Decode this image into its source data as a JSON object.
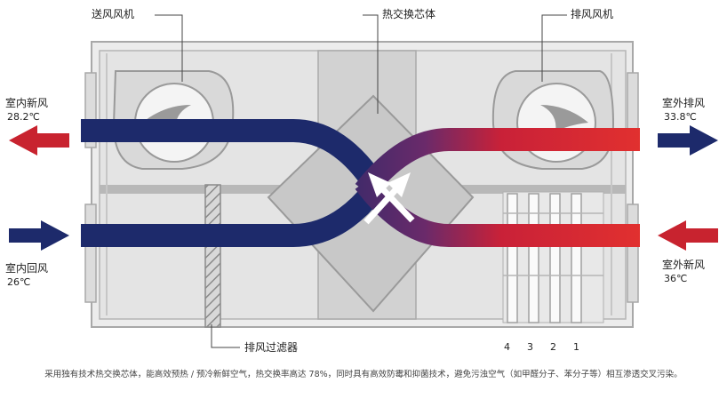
{
  "components": {
    "supply_fan": "送风风机",
    "heat_exchanger_core": "热交换芯体",
    "exhaust_fan": "排风风机",
    "exhaust_filter": "排风过滤器"
  },
  "air_streams": {
    "indoor_fresh": {
      "label": "室内新风",
      "temp": "28.2℃"
    },
    "indoor_return": {
      "label": "室内回风",
      "temp": "26℃"
    },
    "outdoor_exhaust": {
      "label": "室外排风",
      "temp": "33.8℃"
    },
    "outdoor_fresh": {
      "label": "室外新风",
      "temp": "36℃"
    }
  },
  "filter_numbers": [
    "4",
    "3",
    "2",
    "1"
  ],
  "caption": "采用独有技术热交换芯体，能高效预热 / 预冷新鲜空气，热交换率高达 78%，同时具有高效防霉和抑菌技术，避免污浊空气（如甲醛分子、苯分子等）相互渗透交叉污染。",
  "colors": {
    "cold": "#1d2a6b",
    "hot": "#d42230",
    "unit_fill": "#e6e6e6",
    "unit_stroke": "#a3a3a3"
  }
}
